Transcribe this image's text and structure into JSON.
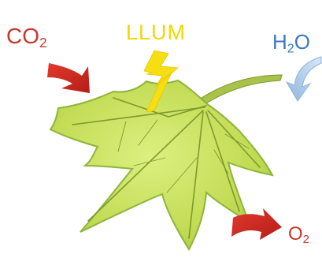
{
  "labels": {
    "carbon_dioxide": {
      "base": "CO",
      "sub": "2"
    },
    "light": "LLUM",
    "water": {
      "base": "H",
      "sub": "2",
      "tail": "O"
    },
    "oxygen": {
      "base": "O",
      "sub": "2"
    }
  },
  "colors": {
    "co2_text": "#c8372d",
    "light_text": "#f2d600",
    "h2o_text": "#3d78c4",
    "o2_text": "#c8372d",
    "red_arrow": "#d22a22",
    "lightning": "#f5de12",
    "water_arrow": "#a7c6e6",
    "leaf_fill": "#c9e05a",
    "leaf_edge": "#8fb43a",
    "vein": "#7e9a2e"
  },
  "icons": {
    "co2_arrow": "red-curved-arrow-icon",
    "o2_arrow": "red-curved-arrow-icon",
    "water_arrow": "blue-curved-arrow-icon",
    "light": "lightning-bolt-icon",
    "leaf": "maple-leaf-illustration"
  }
}
